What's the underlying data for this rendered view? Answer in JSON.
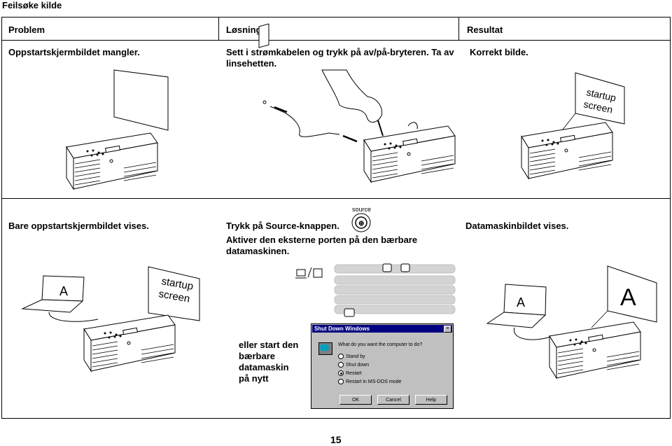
{
  "page": {
    "heading": "Feilsøke kilde",
    "page_number": "15"
  },
  "table": {
    "headers": {
      "problem": "Problem",
      "solution": "Løsning",
      "result": "Resultat"
    },
    "row1": {
      "problem": "Oppstartskjermbildet mangler.",
      "solution": "Sett i strømkabelen og trykk på av/på-bryteren. Ta av linsehetten.",
      "result": "Korrekt bilde.",
      "screen_text": [
        "startup",
        "screen"
      ]
    },
    "row2": {
      "problem": "Bare oppstartskjermbildet vises.",
      "solution_line1": "Trykk på Source-knappen.",
      "solution_line2": "Aktiver den eksterne porten på den bærbare datamaskinen.",
      "source_button_label": "source",
      "screen_text": [
        "startup",
        "screen"
      ],
      "laptop_letter": "A",
      "restart_text": "eller start den bærbare datamaskin på nytt",
      "result": "Datamaskinbildet vises.",
      "result_letter": "A"
    }
  },
  "dialog": {
    "title": "Shut Down Windows",
    "close": "×",
    "question": "What do you want the computer to do?",
    "options": [
      "Stand by",
      "Shut down",
      "Restart",
      "Restart in MS-DOS mode"
    ],
    "selected_index": 2,
    "buttons": {
      "ok": "OK",
      "cancel": "Cancel",
      "help": "Help"
    }
  },
  "icons": {
    "hand": "hand-pressing-icon",
    "outlet": "power-outlet-icon",
    "projector": "projector-icon",
    "laptop": "laptop-icon",
    "keyboard": "keyboard-icon",
    "source_button": "source-button-icon",
    "monitor_toggle": "monitor-toggle-icon"
  }
}
